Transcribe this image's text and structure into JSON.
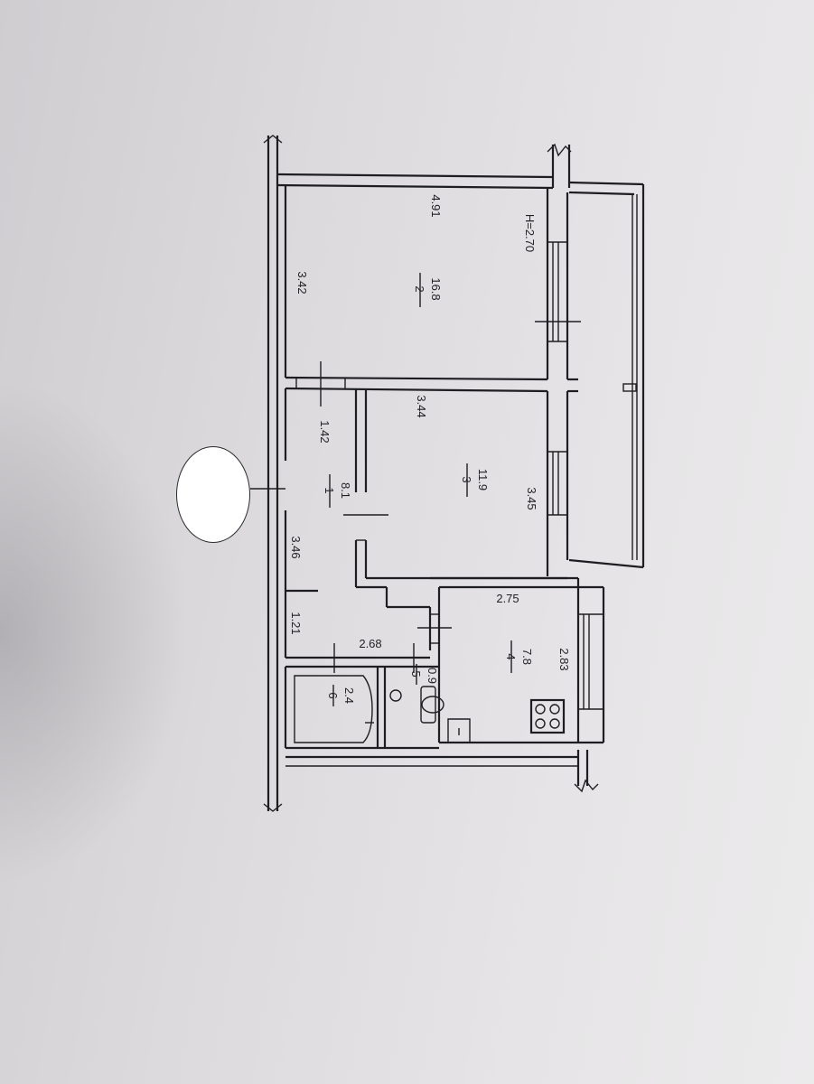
{
  "ceiling_height": "H=2.70",
  "rooms": [
    {
      "id": "1",
      "area": "8.1",
      "dims": [
        "1.42",
        "3.46"
      ]
    },
    {
      "id": "2",
      "area": "16.8",
      "dims": [
        "4.91",
        "3.42"
      ]
    },
    {
      "id": "3",
      "area": "11.9",
      "dims": [
        "3.44",
        "3.45"
      ]
    },
    {
      "id": "4",
      "area": "7.8",
      "dims": [
        "2.75",
        "2.83"
      ]
    },
    {
      "id": "5",
      "area": "0.9",
      "dims": []
    },
    {
      "id": "6",
      "area": "2.4",
      "dims": []
    }
  ],
  "corridor_dims": [
    "1.21",
    "2.68"
  ]
}
